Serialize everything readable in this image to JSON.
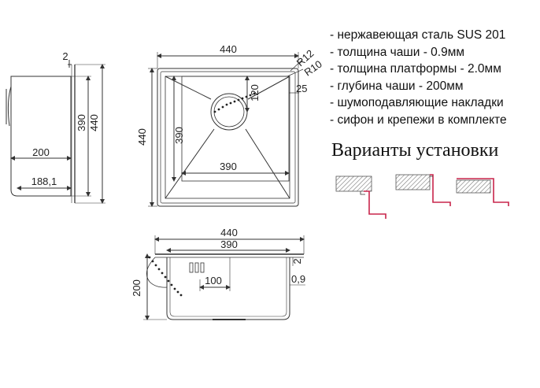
{
  "specs": [
    "- нержавеющая сталь SUS 201",
    "- толщина чаши - 0.9мм",
    "- толщина платформы - 2.0мм",
    "- глубина чаши - 200мм",
    "- шумоподавляющие накладки",
    "- сифон и крепежи в комплекте"
  ],
  "variants_title": "Варианты установки",
  "side_view": {
    "thickness": "2",
    "inner": "390",
    "outer": "440",
    "depth": "200",
    "inner_depth": "188,1"
  },
  "top_view": {
    "width": "440",
    "height": "440",
    "inner_height": "390",
    "inner_width": "390",
    "radius_outer": "R12",
    "radius_inner": "R10",
    "drain_offset": "120",
    "corner": "25"
  },
  "front_view": {
    "outer": "440",
    "inner": "390",
    "depth": "200",
    "drain_offset": "100",
    "thickness_platform": "2",
    "thickness_bowl": "0,9"
  },
  "colors": {
    "line": "#333333",
    "accent": "#c8254b",
    "hatch": "#777777"
  }
}
